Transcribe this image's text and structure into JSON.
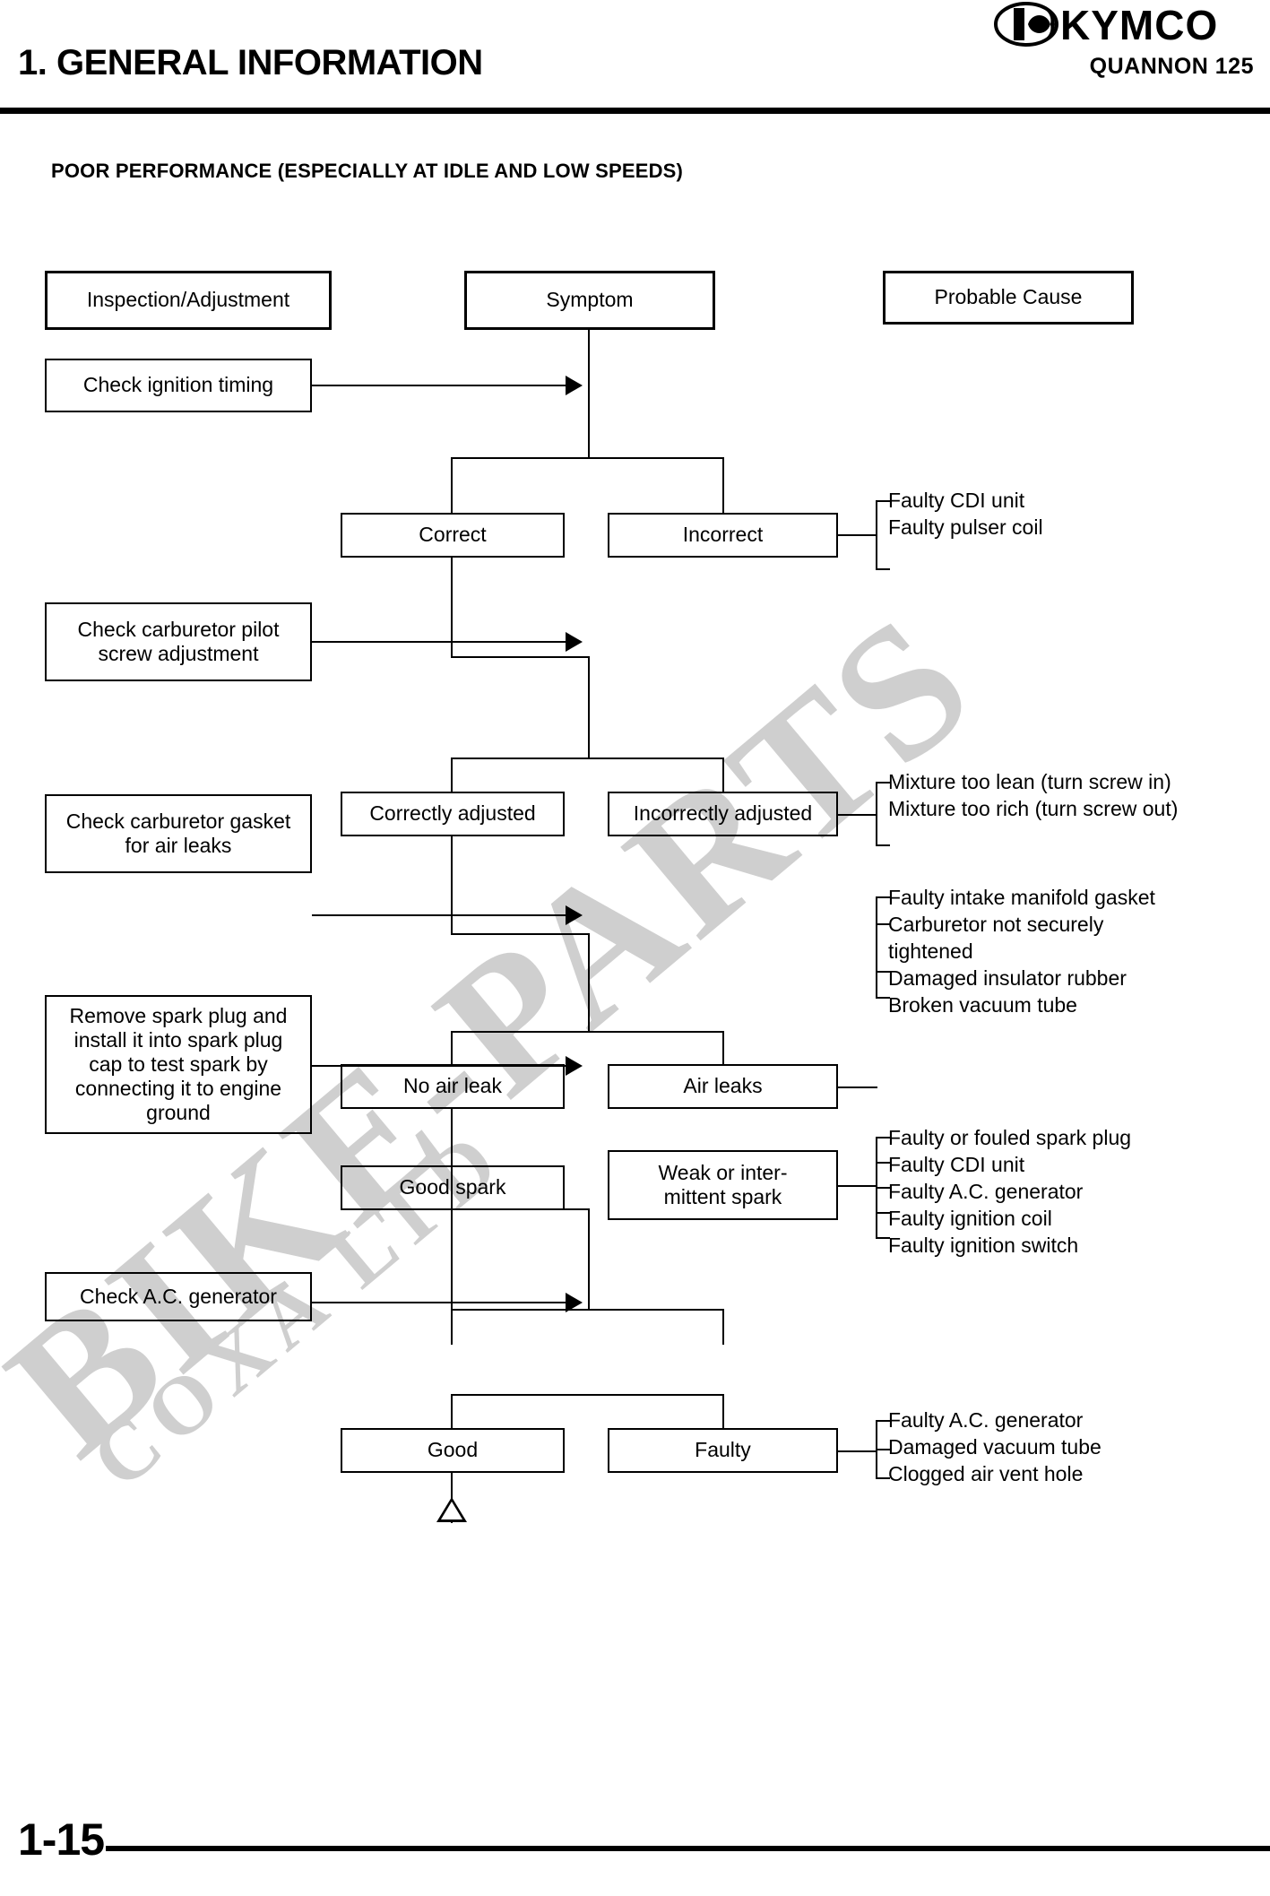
{
  "header": {
    "title": "1. GENERAL INFORMATION",
    "model": "QUANNON 125",
    "brand": "KYMCO",
    "logo_icon": "kymco-logo-icon"
  },
  "section": {
    "title": "POOR PERFORMANCE (ESPECIALLY AT IDLE AND LOW SPEEDS)"
  },
  "watermark": {
    "line1": "BIKE-PARTS",
    "line2": "COXA LTD"
  },
  "flowchart": {
    "columns": {
      "inspection": "Inspection/Adjustment",
      "symptom": "Symptom",
      "probable_cause": "Probable Cause"
    },
    "steps": [
      {
        "inspection": "Check ignition timing",
        "pass": "Correct",
        "fail": "Incorrect",
        "causes": [
          "Faulty CDI unit",
          "Faulty pulser coil"
        ]
      },
      {
        "inspection": "Check carburetor pilot\nscrew adjustment",
        "pass": "Correctly adjusted",
        "fail": "Incorrectly adjusted",
        "causes": [
          "Mixture too lean (turn screw in)",
          "Mixture too rich (turn screw out)"
        ]
      },
      {
        "inspection": "Check carburetor gasket\nfor air leaks",
        "pass": "No air leak",
        "fail": "Air leaks",
        "causes": [
          "Faulty intake manifold gasket",
          "Carburetor not securely",
          "tightened",
          "Damaged insulator rubber",
          "Broken vacuum tube"
        ]
      },
      {
        "inspection": "Remove spark plug and\ninstall it into spark plug\ncap to test spark by\nconnecting it to engine\nground",
        "pass": "Good spark",
        "fail": "Weak or inter-\nmittent spark",
        "causes": [
          "Faulty or fouled spark plug",
          "Faulty CDI unit",
          "Faulty A.C. generator",
          "Faulty ignition coil",
          "Faulty ignition switch"
        ]
      },
      {
        "inspection": "Check A.C. generator",
        "pass": "Good",
        "fail": "Faulty",
        "causes": [
          "Faulty A.C. generator",
          "Damaged vacuum tube",
          "Clogged air vent hole"
        ]
      }
    ]
  },
  "footer": {
    "page_number": "1-15"
  }
}
